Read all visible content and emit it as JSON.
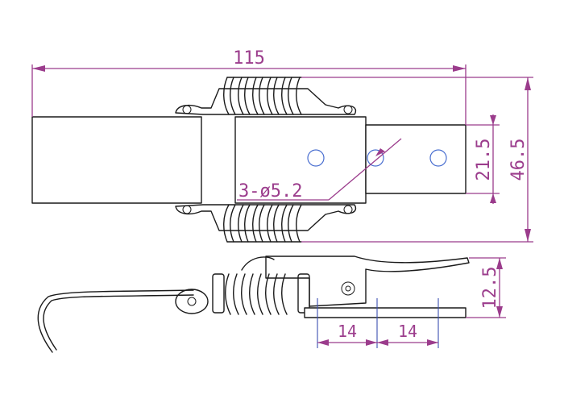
{
  "dimensions": {
    "overall_length": "115",
    "base_width": "21.5",
    "total_width": "46.5",
    "hook_height": "12.5",
    "hole_spacing_1": "14",
    "hole_spacing_2": "14",
    "hole_callout": "3-ø5.2"
  },
  "colors": {
    "dimension_line": "#9b3c8c",
    "outline": "#1a1a1a",
    "hole": "#4a6fd0",
    "extension_line": "#3b4fb0"
  }
}
